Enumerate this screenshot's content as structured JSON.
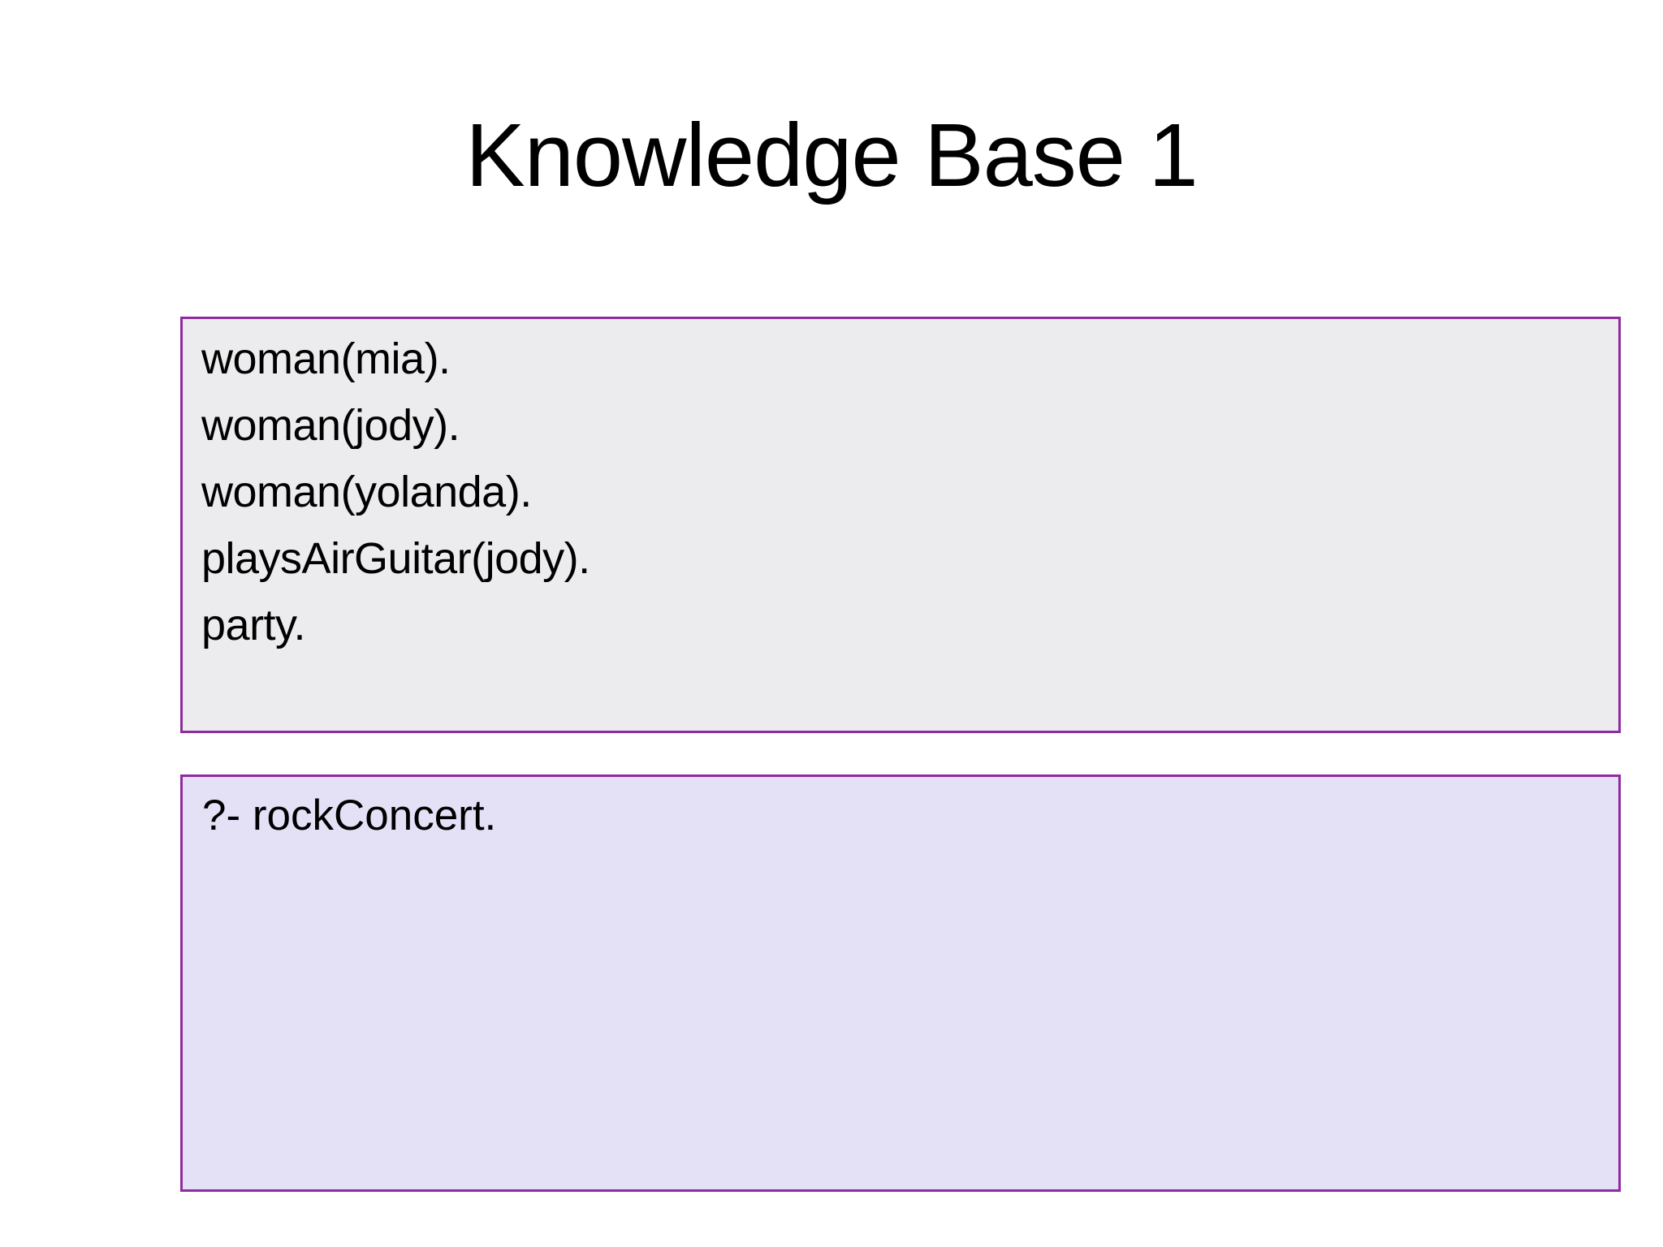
{
  "slide": {
    "title": "Knowledge Base 1",
    "knowledge_base": {
      "facts": [
        "woman(mia).",
        "woman(jody).",
        "woman(yolanda).",
        "playsAirGuitar(jody).",
        "party."
      ]
    },
    "query": {
      "text": "?- rockConcert."
    },
    "colors": {
      "background": "#ffffff",
      "text": "#000000",
      "box_border": "#8f2ba0",
      "kb_box_fill": "#ececee",
      "query_box_fill": "#e4e0f6"
    }
  }
}
